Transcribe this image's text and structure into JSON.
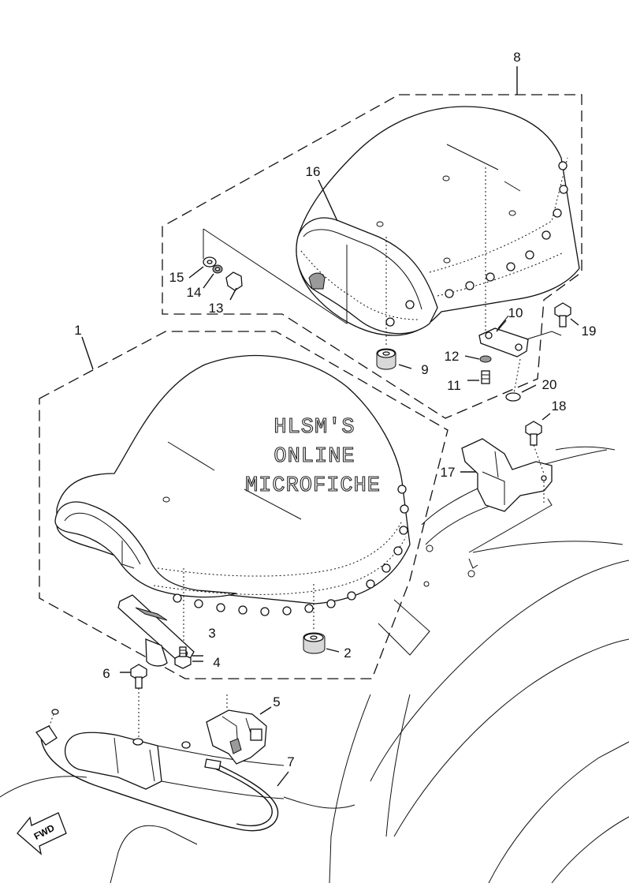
{
  "callouts": [
    "1",
    "2",
    "3",
    "4",
    "5",
    "6",
    "7",
    "8",
    "9",
    "10",
    "11",
    "12",
    "13",
    "14",
    "15",
    "16",
    "17",
    "18",
    "19",
    "20"
  ],
  "watermark": {
    "line1": "HLSM'S",
    "line2": "ONLINE",
    "line3": "MICROFICHE"
  },
  "fwd_label": "FWD",
  "colors": {
    "ink": "#111111",
    "paper": "#ffffff",
    "shade": "#9a9a9a"
  }
}
